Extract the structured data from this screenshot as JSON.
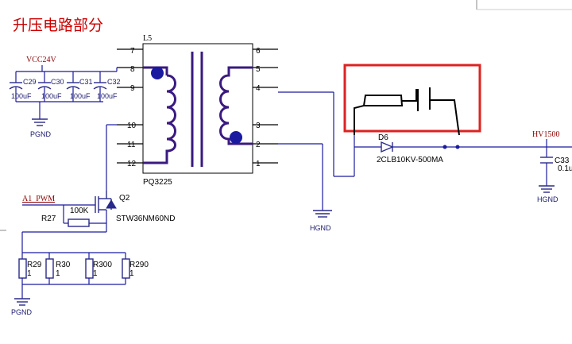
{
  "title": "升压电路部分",
  "transformer": {
    "ref": "L5",
    "part": "PQ3225",
    "left_pins": [
      "7",
      "8",
      "9",
      "10",
      "11",
      "12"
    ],
    "right_pins": [
      "6",
      "5",
      "4",
      "3",
      "2",
      "1"
    ]
  },
  "power": {
    "vcc": "VCC24V",
    "pgnd_top": "PGND",
    "pgnd_bottom": "PGND",
    "hgnd_mid": "HGND",
    "hgnd_right": "HGND",
    "hv": "HV1500"
  },
  "capacitors": [
    {
      "ref": "C29",
      "value": "100uF"
    },
    {
      "ref": "C30",
      "value": "100uF"
    },
    {
      "ref": "C31",
      "value": "100uF"
    },
    {
      "ref": "C32",
      "value": "100uF"
    }
  ],
  "mosfet": {
    "ref": "Q2",
    "part": "STW36NM60ND"
  },
  "signal": "A1_PWM",
  "gate_res": {
    "ref": "R27",
    "value": "100K"
  },
  "sense_res": [
    {
      "ref": "R29",
      "value": "1"
    },
    {
      "ref": "R30",
      "value": "1"
    },
    {
      "ref": "R300",
      "value": "1"
    },
    {
      "ref": "R290",
      "value": "1"
    }
  ],
  "diode": {
    "ref": "D6",
    "part": "2CLB10KV-500MA"
  },
  "out_cap": {
    "ref": "C33",
    "value": "0.1u"
  },
  "colors": {
    "highlight": "#dd2222",
    "wire": "#1a1aa0",
    "title": "#cc0000"
  }
}
